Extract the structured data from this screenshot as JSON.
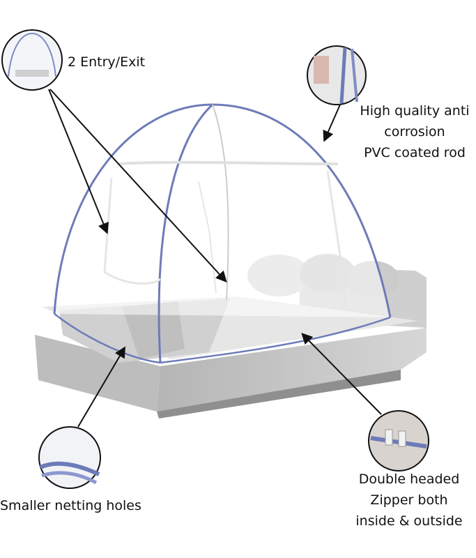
{
  "callouts": {
    "entry": {
      "lines": [
        "2 Entry/Exit"
      ]
    },
    "rod": {
      "lines": [
        "High quality anti",
        "corrosion",
        "PVC coated rod"
      ]
    },
    "holes": {
      "lines": [
        "Smaller netting holes"
      ]
    },
    "zipper": {
      "lines": [
        "Double headed",
        "Zipper both",
        "inside & outside"
      ]
    }
  }
}
